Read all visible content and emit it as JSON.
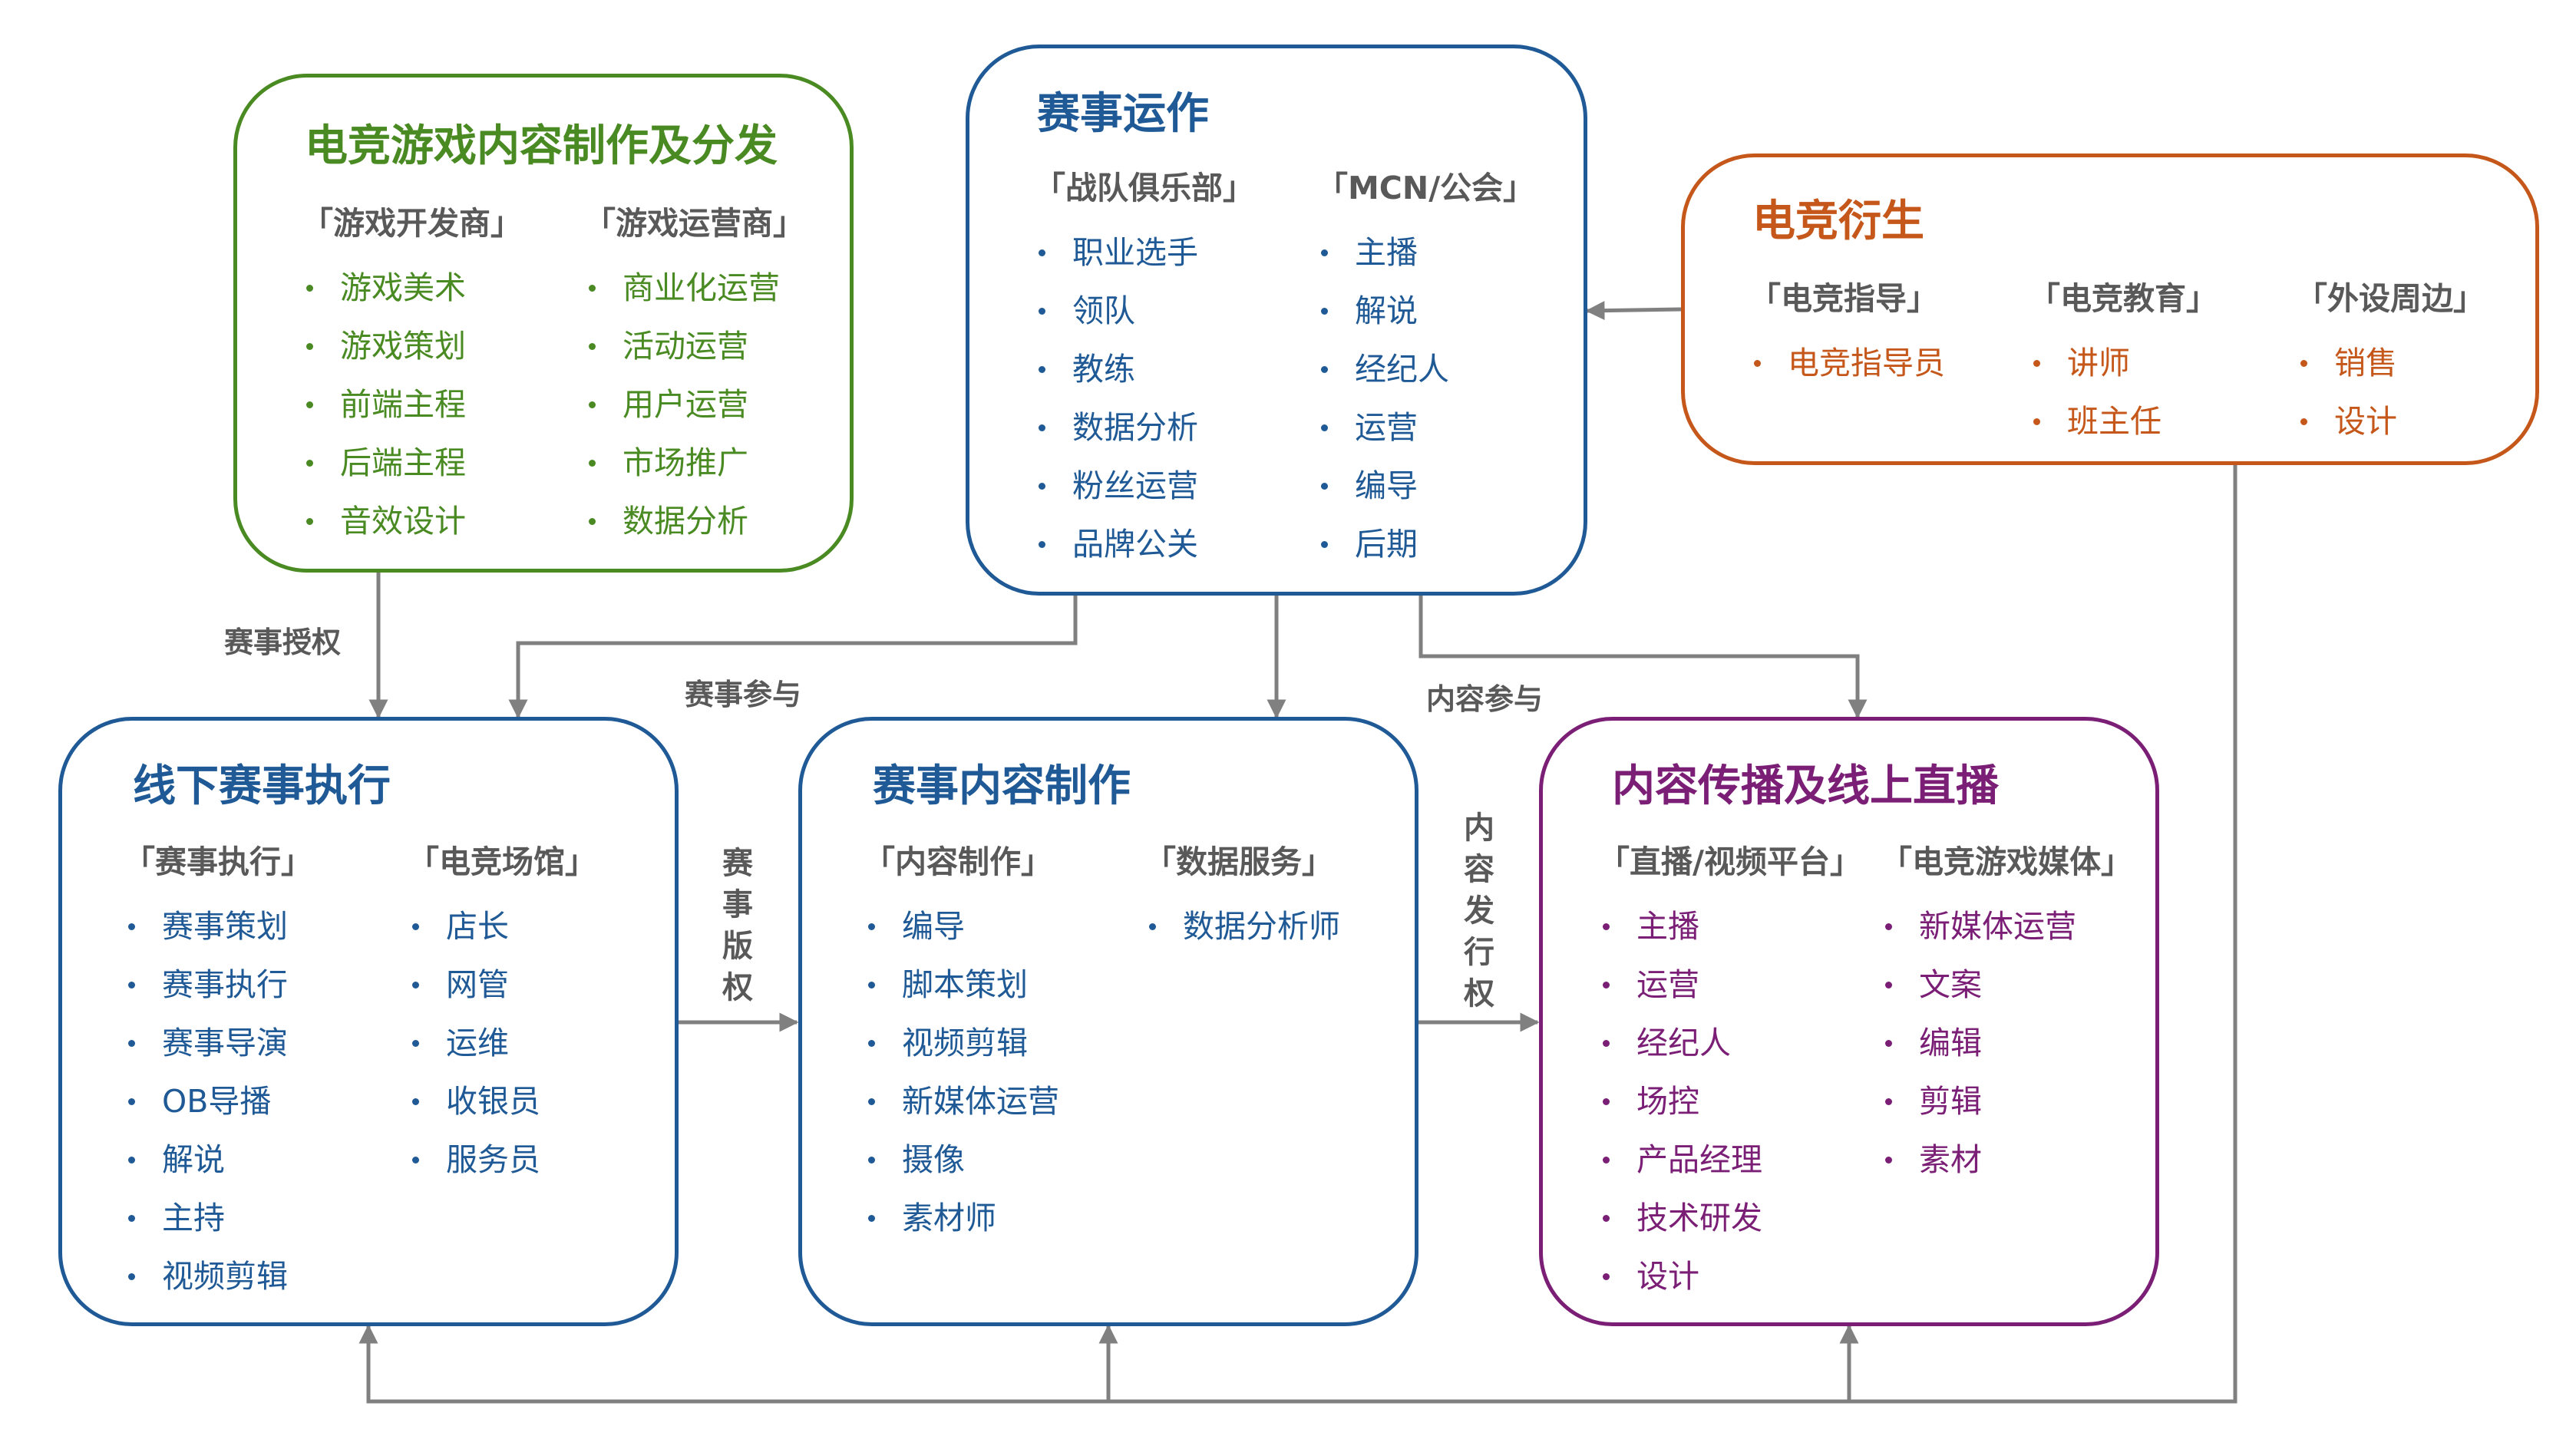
{
  "colors": {
    "green": "#4a8a22",
    "blue": "#1f5a96",
    "orange": "#c5571a",
    "purple": "#7a1f75",
    "connector": "#808080",
    "label": "#595959"
  },
  "nodes": {
    "game_content": {
      "title": "电竞游戏内容制作及分发",
      "groups": [
        {
          "heading": "「游戏开发商」",
          "items": [
            "游戏美术",
            "游戏策划",
            "前端主程",
            "后端主程",
            "音效设计"
          ]
        },
        {
          "heading": "「游戏运营商」",
          "items": [
            "商业化运营",
            "活动运营",
            "用户运营",
            "市场推广",
            "数据分析"
          ]
        }
      ]
    },
    "event_operation": {
      "title": "赛事运作",
      "groups": [
        {
          "heading": "「战队俱乐部」",
          "items": [
            "职业选手",
            "领队",
            "教练",
            "数据分析",
            "粉丝运营",
            "品牌公关"
          ]
        },
        {
          "heading": "「MCN/公会」",
          "items": [
            "主播",
            "解说",
            "经纪人",
            "运营",
            "编导",
            "后期"
          ]
        }
      ]
    },
    "esports_derivative": {
      "title": "电竞衍生",
      "groups": [
        {
          "heading": "「电竞指导」",
          "items": [
            "电竞指导员"
          ]
        },
        {
          "heading": "「电竞教育」",
          "items": [
            "讲师",
            "班主任"
          ]
        },
        {
          "heading": "「外设周边」",
          "items": [
            "销售",
            "设计"
          ]
        }
      ]
    },
    "offline_execution": {
      "title": "线下赛事执行",
      "groups": [
        {
          "heading": "「赛事执行」",
          "items": [
            "赛事策划",
            "赛事执行",
            "赛事导演",
            "OB导播",
            "解说",
            "主持",
            "视频剪辑"
          ]
        },
        {
          "heading": "「电竞场馆」",
          "items": [
            "店长",
            "网管",
            "运维",
            "收银员",
            "服务员"
          ]
        }
      ]
    },
    "event_content": {
      "title": "赛事内容制作",
      "groups": [
        {
          "heading": "「内容制作」",
          "items": [
            "编导",
            "脚本策划",
            "视频剪辑",
            "新媒体运营",
            "摄像",
            "素材师"
          ]
        },
        {
          "heading": "「数据服务」",
          "items": [
            "数据分析师"
          ]
        }
      ]
    },
    "distribution_live": {
      "title": "内容传播及线上直播",
      "groups": [
        {
          "heading": "「直播/视频平台」",
          "items": [
            "主播",
            "运营",
            "经纪人",
            "场控",
            "产品经理",
            "技术研发",
            "设计"
          ]
        },
        {
          "heading": "「电竞游戏媒体」",
          "items": [
            "新媒体运营",
            "文案",
            "编辑",
            "剪辑",
            "素材"
          ]
        }
      ]
    }
  },
  "edge_labels": {
    "event_authorization": "赛事授权",
    "event_participation": "赛事参与",
    "content_participation": "内容参与",
    "event_copyright": "赛事版权",
    "content_distribution_right": "内容发行权"
  }
}
